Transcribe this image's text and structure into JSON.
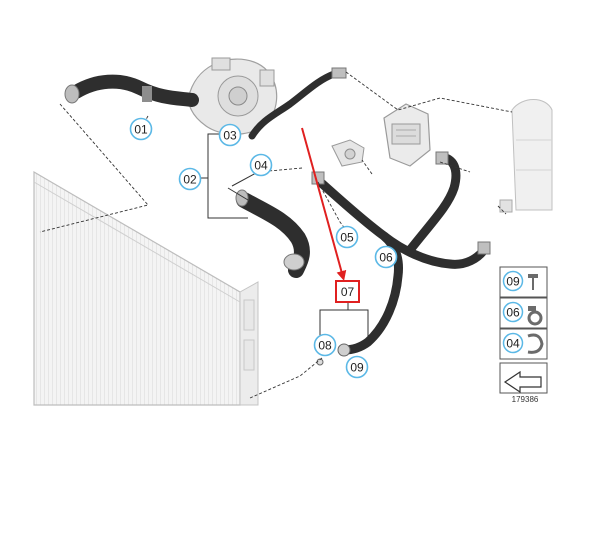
{
  "diagram": {
    "callouts": [
      {
        "id": "c01",
        "label": "01"
      },
      {
        "id": "c02",
        "label": "02"
      },
      {
        "id": "c03",
        "label": "03"
      },
      {
        "id": "c04",
        "label": "04"
      },
      {
        "id": "c05",
        "label": "05"
      },
      {
        "id": "c06",
        "label": "06"
      },
      {
        "id": "c07",
        "label": "07",
        "highlighted": true
      },
      {
        "id": "c08",
        "label": "08"
      },
      {
        "id": "c09",
        "label": "09"
      }
    ],
    "legend": [
      {
        "label": "09"
      },
      {
        "label": "06"
      },
      {
        "label": "04"
      }
    ],
    "reference_number": "179386",
    "colors": {
      "callout_ring": "#5bb8e6",
      "highlight": "#e02020",
      "hose": "#2e2e2e",
      "line": "#333333"
    }
  }
}
